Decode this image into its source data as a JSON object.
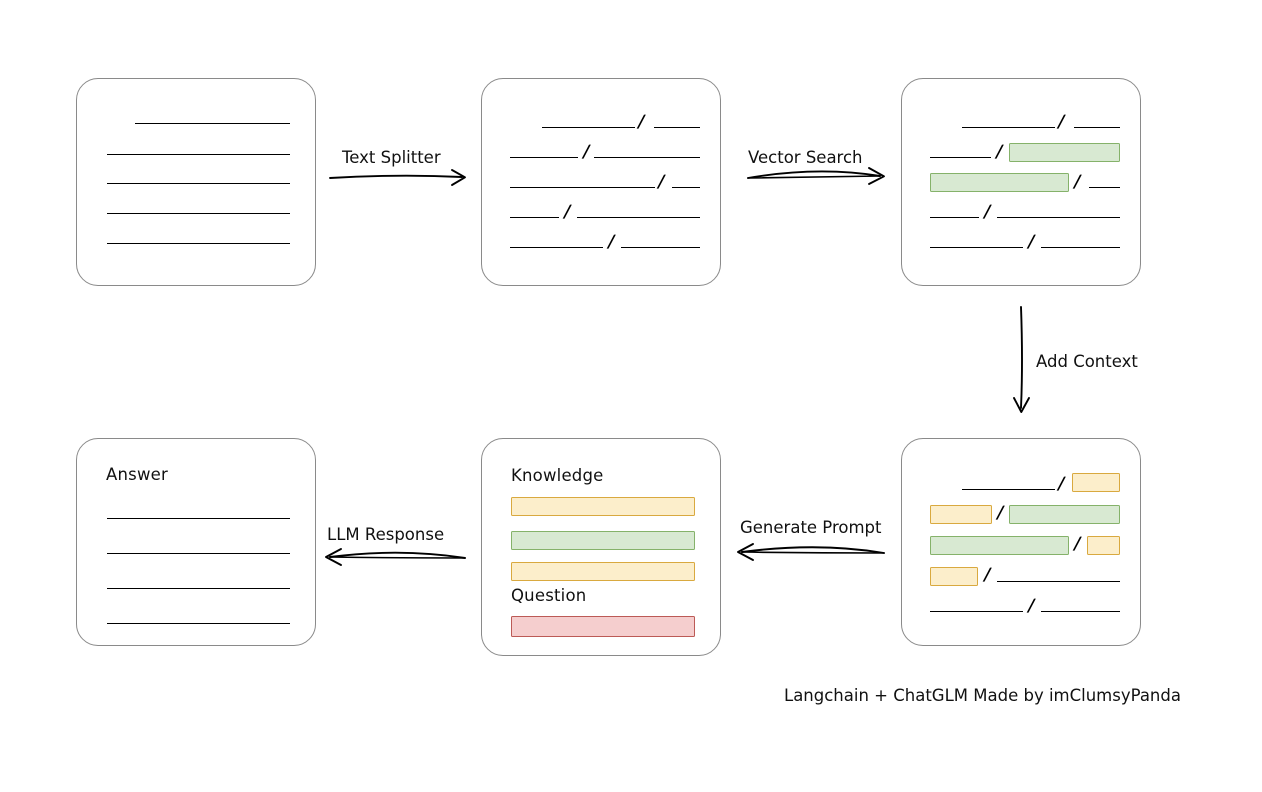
{
  "diagram": {
    "title_text": "Langchain + ChatGLM Made by imClumsyPanda",
    "colors": {
      "card_border": "#8a8a8a",
      "line": "#000000",
      "green_fill": "#d8e9d2",
      "green_border": "#85b26a",
      "yellow_fill": "#fceecb",
      "yellow_border": "#d9a93f",
      "red_fill": "#f5cece",
      "red_border": "#bc5a56",
      "background": "#ffffff"
    },
    "slash_glyph": "/",
    "nodes": [
      {
        "id": "source-document",
        "title": "",
        "lines": [
          {
            "segments": [
              {
                "kind": "rule",
                "indent": true
              }
            ]
          },
          {
            "segments": [
              {
                "kind": "rule",
                "indent": false
              }
            ]
          },
          {
            "segments": [
              {
                "kind": "rule",
                "indent": false
              }
            ]
          },
          {
            "segments": [
              {
                "kind": "rule",
                "indent": false
              }
            ]
          },
          {
            "segments": [
              {
                "kind": "rule",
                "indent": false
              }
            ]
          }
        ]
      },
      {
        "id": "split-chunks",
        "title": "",
        "lines": [
          {
            "segments": [
              {
                "kind": "rule"
              },
              {
                "kind": "slash"
              },
              {
                "kind": "rule"
              }
            ]
          },
          {
            "segments": [
              {
                "kind": "rule"
              },
              {
                "kind": "slash"
              },
              {
                "kind": "rule"
              }
            ]
          },
          {
            "segments": [
              {
                "kind": "rule"
              },
              {
                "kind": "slash"
              },
              {
                "kind": "rule"
              }
            ]
          },
          {
            "segments": [
              {
                "kind": "rule"
              },
              {
                "kind": "slash"
              },
              {
                "kind": "rule"
              }
            ]
          },
          {
            "segments": [
              {
                "kind": "rule"
              },
              {
                "kind": "slash"
              },
              {
                "kind": "rule"
              }
            ]
          }
        ]
      },
      {
        "id": "vector-matched-chunks",
        "title": "",
        "lines": [
          {
            "segments": [
              {
                "kind": "rule"
              },
              {
                "kind": "slash"
              },
              {
                "kind": "rule"
              }
            ]
          },
          {
            "segments": [
              {
                "kind": "rule"
              },
              {
                "kind": "slash"
              },
              {
                "kind": "chip",
                "color": "green"
              }
            ]
          },
          {
            "segments": [
              {
                "kind": "chip",
                "color": "green"
              },
              {
                "kind": "slash"
              },
              {
                "kind": "rule"
              }
            ]
          },
          {
            "segments": [
              {
                "kind": "rule"
              },
              {
                "kind": "slash"
              },
              {
                "kind": "rule"
              }
            ]
          },
          {
            "segments": [
              {
                "kind": "rule"
              },
              {
                "kind": "slash"
              },
              {
                "kind": "rule"
              }
            ]
          }
        ]
      },
      {
        "id": "context-chunks",
        "title": "",
        "lines": [
          {
            "segments": [
              {
                "kind": "rule"
              },
              {
                "kind": "slash"
              },
              {
                "kind": "chip",
                "color": "yellow"
              }
            ]
          },
          {
            "segments": [
              {
                "kind": "chip",
                "color": "yellow"
              },
              {
                "kind": "slash"
              },
              {
                "kind": "chip",
                "color": "green"
              }
            ]
          },
          {
            "segments": [
              {
                "kind": "chip",
                "color": "green"
              },
              {
                "kind": "slash"
              },
              {
                "kind": "chip",
                "color": "yellow"
              }
            ]
          },
          {
            "segments": [
              {
                "kind": "chip",
                "color": "yellow"
              },
              {
                "kind": "slash"
              },
              {
                "kind": "rule"
              }
            ]
          },
          {
            "segments": [
              {
                "kind": "rule"
              },
              {
                "kind": "slash"
              },
              {
                "kind": "rule"
              }
            ]
          }
        ]
      },
      {
        "id": "prompt",
        "title_knowledge": "Knowledge",
        "title_question": "Question",
        "knowledge_chips": [
          "yellow",
          "green",
          "yellow"
        ],
        "question_chips": [
          "red"
        ]
      },
      {
        "id": "answer",
        "title": "Answer",
        "lines": [
          {
            "segments": [
              {
                "kind": "rule"
              }
            ]
          },
          {
            "segments": [
              {
                "kind": "rule"
              }
            ]
          },
          {
            "segments": [
              {
                "kind": "rule"
              }
            ]
          },
          {
            "segments": [
              {
                "kind": "rule"
              }
            ]
          }
        ]
      }
    ],
    "edges": [
      {
        "id": "text-splitter",
        "label": "Text Splitter",
        "direction": "right"
      },
      {
        "id": "vector-search",
        "label": "Vector Search",
        "direction": "right"
      },
      {
        "id": "add-context",
        "label": "Add Context",
        "direction": "down"
      },
      {
        "id": "generate-prompt",
        "label": "Generate Prompt",
        "direction": "left"
      },
      {
        "id": "llm-response",
        "label": "LLM Response",
        "direction": "left"
      }
    ]
  }
}
